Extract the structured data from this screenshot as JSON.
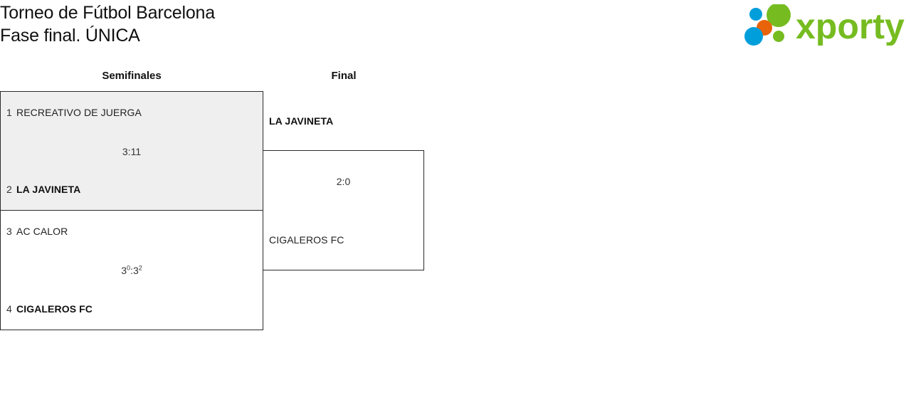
{
  "header": {
    "title": "Torneo de Fútbol Barcelona\nFase final. ÚNICA",
    "brand": "xporty"
  },
  "brand_colors": {
    "green": "#76bc21",
    "blue": "#009edb",
    "orange": "#e8630a"
  },
  "rounds": [
    {
      "key": "semifinals",
      "label": "Semifinales"
    },
    {
      "key": "final",
      "label": "Final"
    }
  ],
  "matches": {
    "semifinal_1": {
      "top": {
        "seed": "1",
        "team": "RECREATIVO DE JUERGA"
      },
      "bottom": {
        "seed": "2",
        "team": "LA JAVINETA"
      },
      "score": "3:11"
    },
    "semifinal_2": {
      "top": {
        "seed": "3",
        "team": "AC CALOR"
      },
      "bottom": {
        "seed": "4",
        "team": "CIGALEROS FC"
      },
      "score_home": "3",
      "score_home_pens": "0",
      "score_separator": ":",
      "score_away": "3",
      "score_away_pens": "2"
    },
    "final": {
      "top": {
        "team": "LA JAVINETA"
      },
      "bottom": {
        "team": "CIGALEROS FC"
      },
      "score": "2:0"
    }
  }
}
